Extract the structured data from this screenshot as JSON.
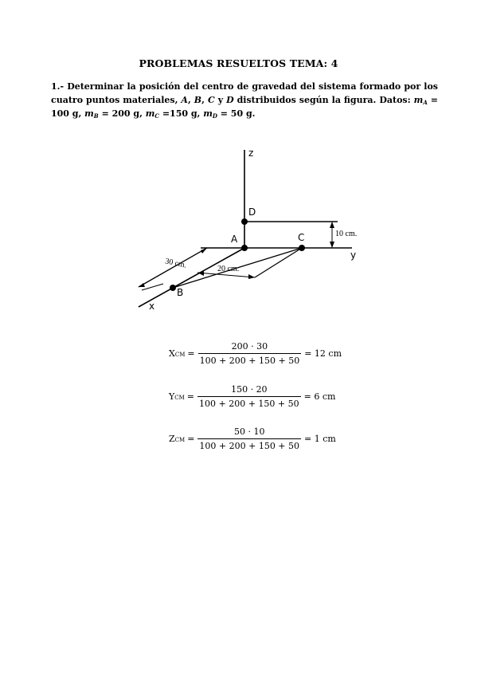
{
  "header": {
    "title": "PROBLEMAS RESUELTOS TEMA: 4"
  },
  "problem": {
    "number": "1.-",
    "text_1": "Determinar la posición del centro de gravedad del sistema formado por los cuatro puntos materiales,",
    "p_A": "A",
    "sep_1": ",",
    "p_B": "B",
    "sep_2": ",",
    "p_C": "C",
    "and_word": "y",
    "p_D": "D",
    "text_2": "distribuidos según la figura. Datos:",
    "m_sym": "m",
    "d1_sub": "A",
    "d1_val": "= 100 g,",
    "d2_sub": "B",
    "d2_val": "= 200 g,",
    "d3_sub": "C",
    "d3_val": "=150 g,",
    "d4_sub": "D",
    "d4_val": "= 50 g."
  },
  "figure": {
    "axis_z": "z",
    "axis_y": "y",
    "axis_x": "x",
    "point_A": "A",
    "point_B": "B",
    "point_C": "C",
    "point_D": "D",
    "dim_10": "10 cm.",
    "dim_20": "20 cm.",
    "dim_30": "30 cm."
  },
  "equations": [
    {
      "var": "X",
      "sub": "CM",
      "eq": "=",
      "numerator": "200 · 30",
      "denominator": "100 + 200 + 150 + 50",
      "result": "= 12 cm"
    },
    {
      "var": "Y",
      "sub": "CM",
      "eq": "=",
      "numerator": "150 · 20",
      "denominator": "100 + 200 + 150 + 50",
      "result": "= 6 cm"
    },
    {
      "var": "Z",
      "sub": "CM",
      "eq": "=",
      "numerator": "50 · 10",
      "denominator": "100 + 200 + 150 + 50",
      "result": "= 1 cm"
    }
  ]
}
